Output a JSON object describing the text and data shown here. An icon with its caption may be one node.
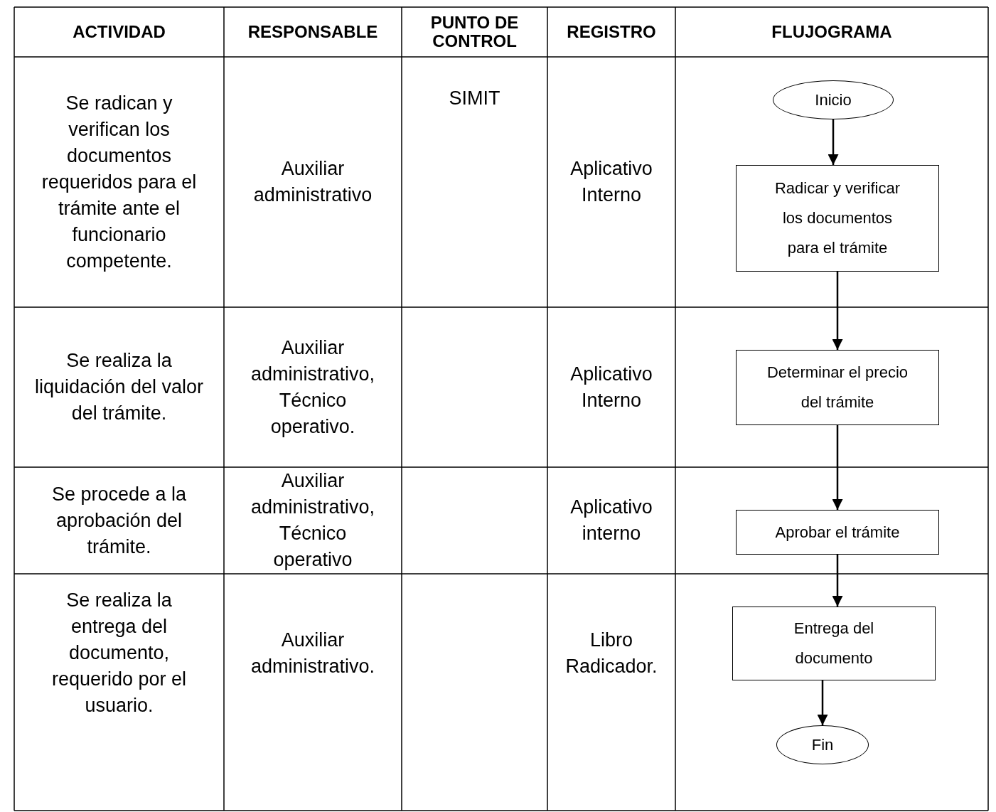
{
  "diagram": {
    "nodes": [
      {
        "text": [
          "Inicio"
        ]
      },
      {
        "text": [
          "Radicar y verificar los documentos para el trámite"
        ]
      },
      {
        "text": [
          "Determinar el precio del trámite"
        ]
      },
      {
        "text": [
          "Aprobar el trámite"
        ]
      },
      {
        "text": [
          "Entrega del documento"
        ]
      },
      {
        "text": [
          "Fin"
        ]
      }
    ],
    "edges": [
      {
        "from": 0,
        "to": 1,
        "arrow": "to"
      },
      {
        "from": 1,
        "to": 2,
        "arrow": "to"
      },
      {
        "from": 2,
        "to": 3,
        "arrow": "to"
      },
      {
        "from": 3,
        "to": 4,
        "arrow": "to"
      },
      {
        "from": 4,
        "to": 5,
        "arrow": "to"
      }
    ],
    "labels": [
      "ACTIVIDAD",
      "RESPONSABLE",
      "PUNTO DE CONTROL",
      "REGISTRO",
      "FLUJOGRAMA",
      "Se radican y verifican los documentos requeridos para el trámite ante el funcionario competente.",
      "Auxiliar administrativo",
      "SIMIT",
      "Aplicativo Interno",
      "Se realiza la liquidación del valor del trámite.",
      "Auxiliar administrativo, Técnico operativo.",
      "Aplicativo Interno",
      "Se procede a la aprobación del trámite.",
      "Auxiliar administrativo, Técnico operativo",
      "Aplicativo interno",
      "Se realiza la entrega del documento, requerido por el usuario.",
      "Auxiliar administrativo.",
      "Libro Radicador."
    ]
  }
}
